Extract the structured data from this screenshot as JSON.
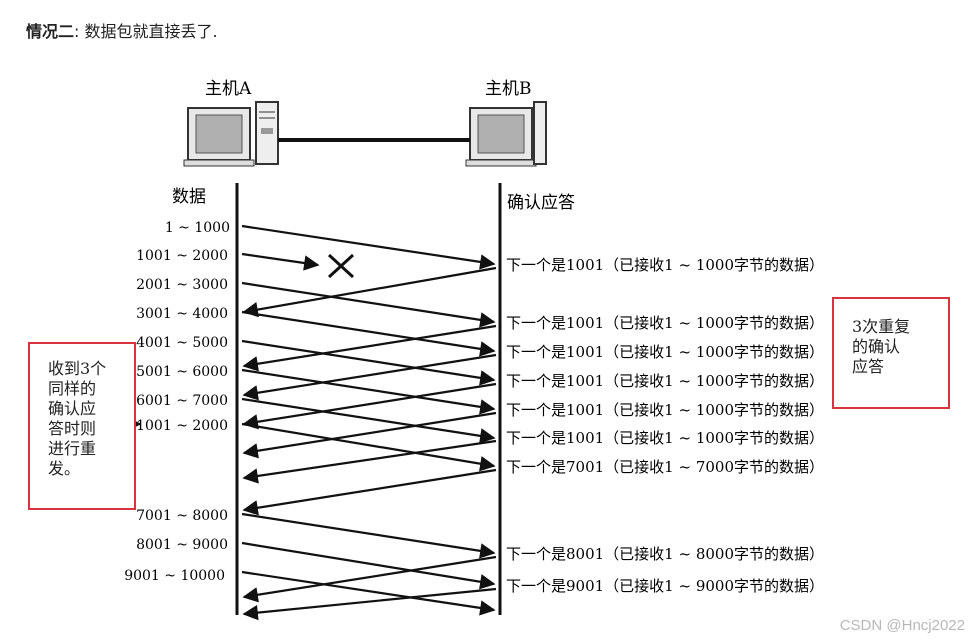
{
  "heading": {
    "bold": "情况二",
    "rest": ": 数据包就直接丢了."
  },
  "hostA": {
    "label": "主机A",
    "column_label": "数据"
  },
  "hostB": {
    "label": "主机B",
    "column_label": "确认应答"
  },
  "segments": [
    "1 ~ 1000",
    "1001 ~ 2000",
    "2001 ~ 3000",
    "3001 ~ 4000",
    "4001 ~ 5000",
    "5001 ~ 6000",
    "6001 ~ 7000",
    "1001 ~ 2000",
    "7001 ~ 8000",
    "8001 ~ 9000",
    "9001 ~ 10000"
  ],
  "acks": [
    "下一个是1001（已接收1 ~ 1000字节的数据）",
    "下一个是1001（已接收1 ~ 1000字节的数据）",
    "下一个是1001（已接收1 ~ 1000字节的数据）",
    "下一个是1001（已接收1 ~ 1000字节的数据）",
    "下一个是1001（已接收1 ~ 1000字节的数据）",
    "下一个是1001（已接收1 ~ 1000字节的数据）",
    "下一个是7001（已接收1 ~ 7000字节的数据）",
    "下一个是8001（已接收1 ~ 8000字节的数据）",
    "下一个是9001（已接收1 ~ 9000字节的数据）"
  ],
  "left_note": [
    "收到3个",
    "同样的",
    "确认应",
    "答时则",
    "进行重",
    "发。"
  ],
  "right_note": [
    "3次重复",
    "的确认",
    "应答"
  ],
  "watermark": "CSDN @Hncj2022",
  "colors": {
    "box_border": "#d9333f",
    "line": "#111111"
  }
}
